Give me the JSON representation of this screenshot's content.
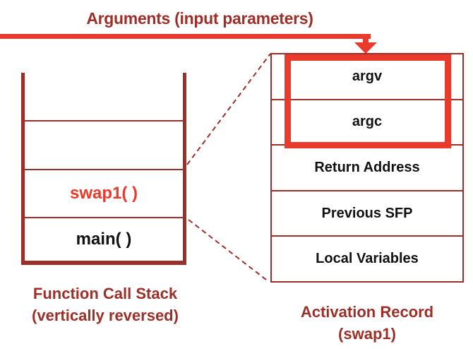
{
  "title": "Arguments (input parameters)",
  "colors": {
    "dark_red": "#9C2F28",
    "bright_red": "#E93A2B",
    "text_black": "#111111"
  },
  "stack": {
    "cells": [
      "",
      "",
      "swap1( )",
      "main( )"
    ],
    "caption_line1": "Function Call Stack",
    "caption_line2": "(vertically reversed)"
  },
  "record": {
    "rows": [
      "argv",
      "argc",
      "Return Address",
      "Previous SFP",
      "Local Variables"
    ],
    "highlighted_rows": [
      "argv",
      "argc"
    ],
    "caption_line1": "Activation Record",
    "caption_line2": "(swap1)"
  }
}
